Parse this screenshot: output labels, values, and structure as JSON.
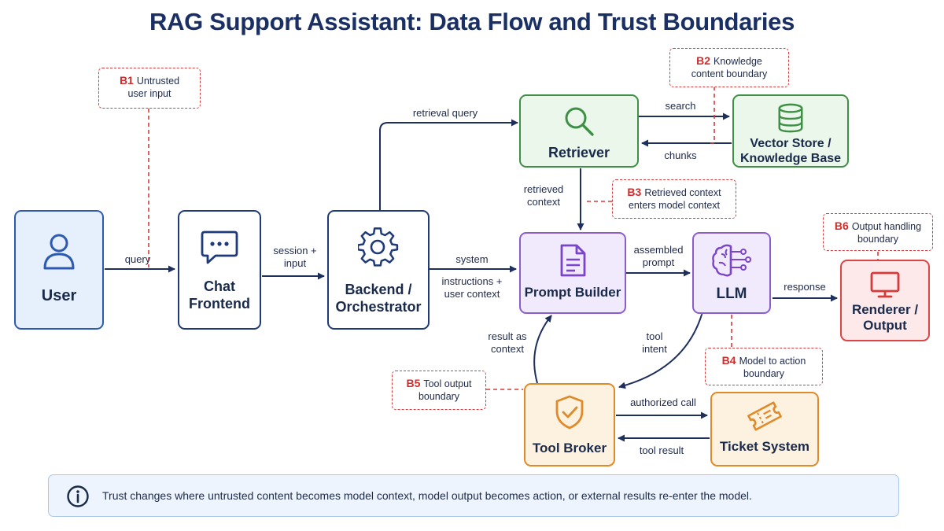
{
  "title": "RAG Support Assistant: Data Flow and Trust Boundaries",
  "colors": {
    "navy": "#1f3a78",
    "user_blue": "#2d5ab0",
    "purple": "#8a5cd0",
    "green": "#3f8f46",
    "orange": "#e08a2a",
    "red": "#de4444",
    "boundary_red": "#d63b3b"
  },
  "nodes": {
    "user": {
      "label": "User",
      "icon": "person-icon"
    },
    "chat_frontend": {
      "label": "Chat\nFrontend",
      "icon": "chat-bubble-icon"
    },
    "backend": {
      "label": "Backend /\nOrchestrator",
      "icon": "gear-icon"
    },
    "retriever": {
      "label": "Retriever",
      "icon": "search-icon"
    },
    "vector_store": {
      "label": "Vector Store /\nKnowledge Base",
      "icon": "database-icon"
    },
    "prompt_builder": {
      "label": "Prompt Builder",
      "icon": "document-icon"
    },
    "llm": {
      "label": "LLM",
      "icon": "brain-circuit-icon"
    },
    "renderer": {
      "label": "Renderer /\nOutput",
      "icon": "monitor-icon"
    },
    "tool_broker": {
      "label": "Tool Broker",
      "icon": "shield-check-icon"
    },
    "ticket_system": {
      "label": "Ticket System",
      "icon": "ticket-icon"
    }
  },
  "edges": {
    "query": "query",
    "session_input": "session +\ninput",
    "retrieval_query": "retrieval query",
    "search": "search",
    "chunks": "chunks",
    "retrieved_context": "retrieved\ncontext",
    "system": "system",
    "system_instructions": "instructions +\nuser context",
    "assembled_prompt": "assembled\nprompt",
    "response": "response",
    "tool_intent": "tool\nintent",
    "result_as_context": "result as\ncontext",
    "authorized_call": "authorized call",
    "tool_result": "tool result"
  },
  "boundaries": {
    "b1": {
      "code": "B1",
      "line1": "Untrusted",
      "line2": "user input"
    },
    "b2": {
      "code": "B2",
      "line1": "Knowledge",
      "line2": "content boundary"
    },
    "b3": {
      "code": "B3",
      "line1": "Retrieved context",
      "line2": "enters model context"
    },
    "b4": {
      "code": "B4",
      "line1": "Model to action",
      "line2": "boundary"
    },
    "b5": {
      "code": "B5",
      "line1": "Tool output",
      "line2": "boundary"
    },
    "b6": {
      "code": "B6",
      "line1": "Output handling",
      "line2": "boundary"
    }
  },
  "note": {
    "icon": "info-icon",
    "text": "Trust changes where untrusted content becomes model context, model output becomes action, or external results re-enter the model."
  }
}
